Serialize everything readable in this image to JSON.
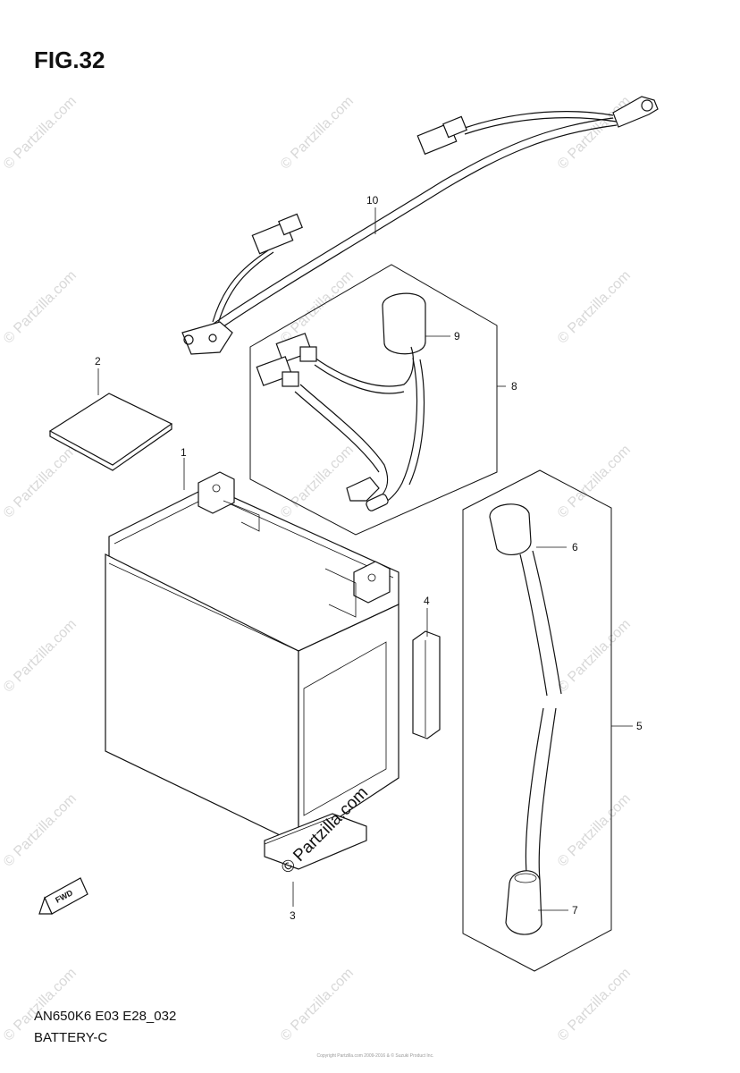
{
  "figure": {
    "title": "FIG.32"
  },
  "footer": {
    "model": "AN650K6 E03 E28_032",
    "name": "BATTERY-C"
  },
  "copyright_small": "Copyright Partzilla.com 2009-2016 & © Suzuki Product Inc.",
  "watermark": {
    "text": "© Partzilla.com",
    "center_text": "© Partzilla.com"
  },
  "fwd_badge": "FWD",
  "callouts": {
    "c1": "1",
    "c2": "2",
    "c3": "3",
    "c4": "4",
    "c5": "5",
    "c6": "6",
    "c7": "7",
    "c8": "8",
    "c9": "9",
    "c10": "10"
  }
}
